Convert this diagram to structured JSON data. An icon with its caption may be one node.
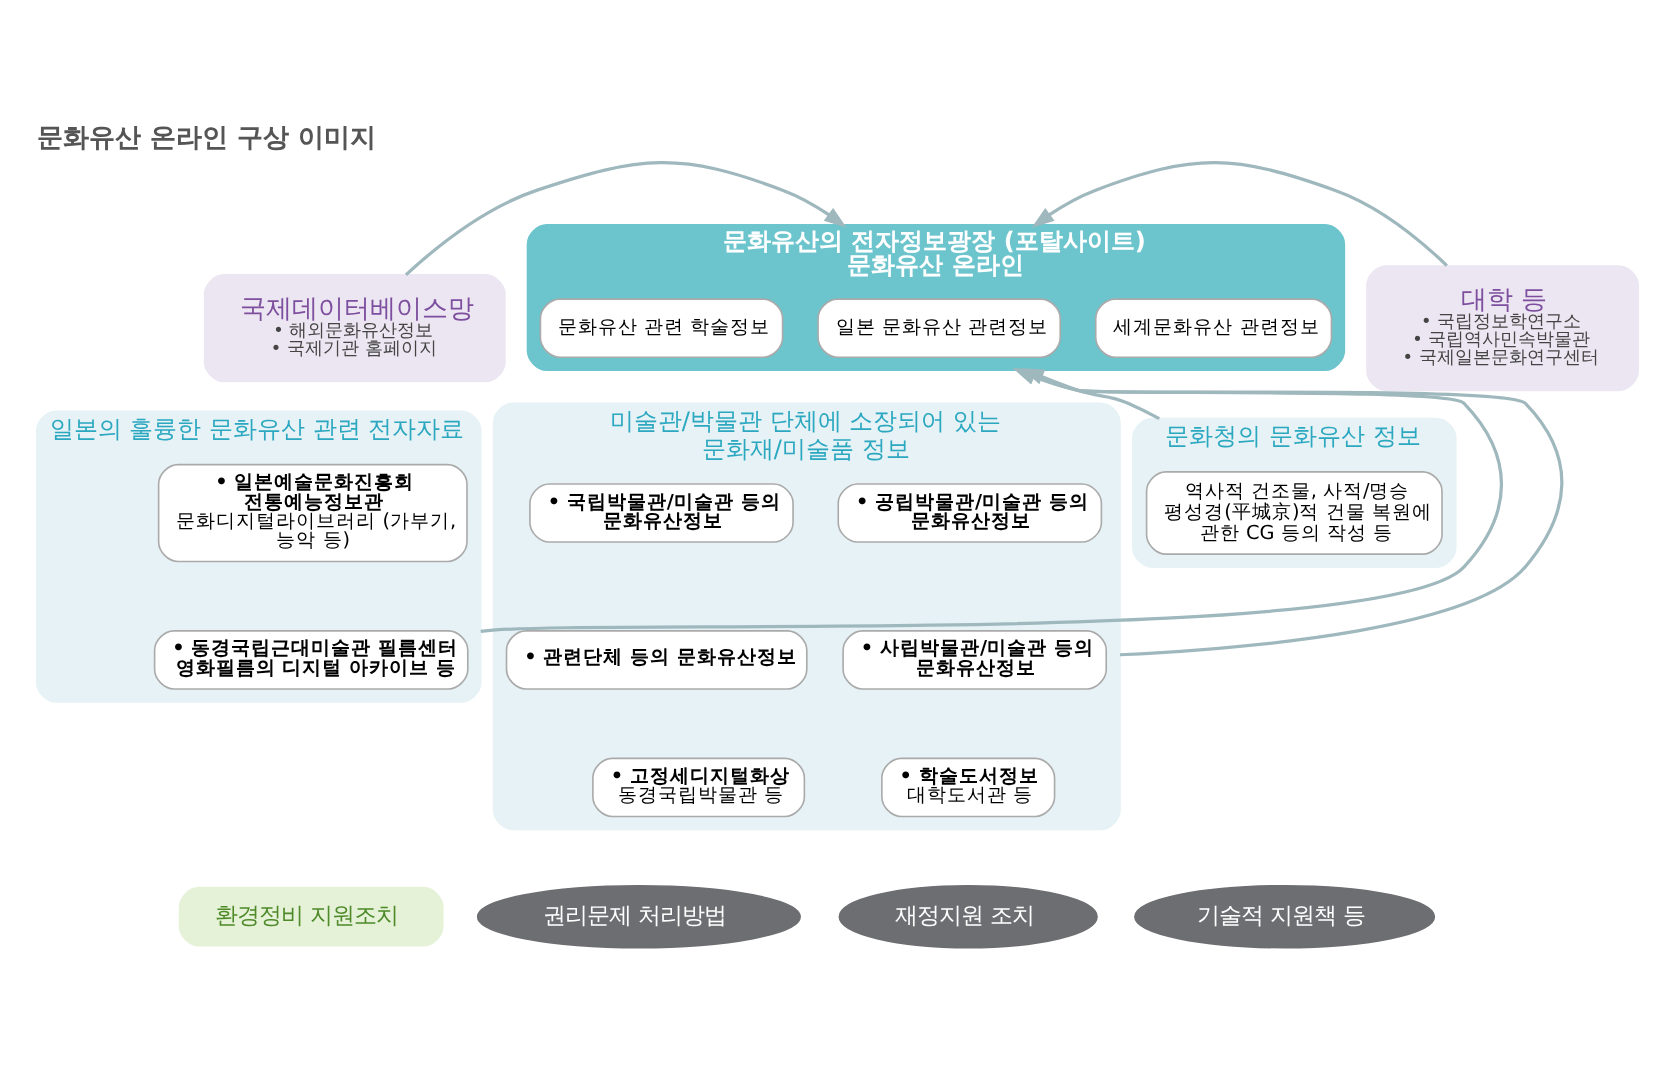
{
  "diagram": {
    "title": "문화유산 온라인 구상 이미지",
    "nodes": [
      {
        "text": [
          "국제데이터베이스망",
          "• 해외문화유산정보",
          "• 국제기관 홈페이지"
        ]
      },
      {
        "text": [
          "문화유산의 전자정보광장 (포탈사이트) 문화유산 온라인"
        ]
      },
      {
        "text": [
          "세계문화유산 관련정보"
        ],
        "in": 1
      },
      {
        "text": [
          "일본 문화유산 관련정보"
        ],
        "in": 1
      },
      {
        "text": [
          "문화유산 관련 학술정보"
        ],
        "in": 1
      },
      {
        "text": [
          "대학 등",
          "• 국립정보학연구소",
          "• 국립역사민속박물관",
          "• 국제일본문화연구센터"
        ]
      },
      {
        "text": [
          "일본의 훌륭한 문화유산 관련 전자자료"
        ]
      },
      {
        "text": [
          "• 일본예술문화진흥회 전통예능정보관",
          "문화디지털라이브러리 (가부기, 능악 등)"
        ],
        "in": 6
      },
      {
        "text": [
          "• 동경국립근대미술관 필름센터 영화필름의 디지털 아카이브 등"
        ],
        "in": 6
      },
      {
        "text": [
          "미술관/박물관 단체에 소장되어 있는 문화재/미술품 정보"
        ]
      },
      {
        "text": [
          "• 국립박물관/미술관 등의 문화유산정보"
        ],
        "in": 9
      },
      {
        "text": [
          "• 공립박물관/미술관 등의 문화유산정보"
        ],
        "in": 9
      },
      {
        "text": [
          "• 관련단체 등의 문화유산정보"
        ],
        "in": 9
      },
      {
        "text": [
          "• 사립박물관/미술관 등의 문화유산정보"
        ],
        "in": 9
      },
      {
        "text": [
          "• 고정세디지털화상",
          "동경국립박물관 등"
        ],
        "in": 9
      },
      {
        "text": [
          "• 학술도서정보",
          "대학도서관 등"
        ],
        "in": 9
      },
      {
        "text": [
          "문화청의 문화유산 정보"
        ]
      },
      {
        "text": [
          "역사적 건조물, 사적/명승 평성경(平城京)적 건물 복원에 관한 CG 등의 작성 등"
        ],
        "in": 16
      },
      {
        "text": [
          "환경정비 지원조치"
        ]
      },
      {
        "text": [
          "권리문제 처리방법"
        ]
      },
      {
        "text": [
          "재정지원 조치"
        ]
      },
      {
        "text": [
          "기술적 지원책 등"
        ]
      }
    ],
    "edges": [
      {
        "from": 0,
        "to": 1,
        "arrow": "to"
      },
      {
        "from": 5,
        "to": 1,
        "arrow": "to"
      },
      {
        "from": 6,
        "to": 1,
        "arrow": "to"
      },
      {
        "from": 9,
        "to": 1,
        "arrow": "to"
      },
      {
        "from": 16,
        "to": 1,
        "arrow": "to"
      }
    ]
  }
}
